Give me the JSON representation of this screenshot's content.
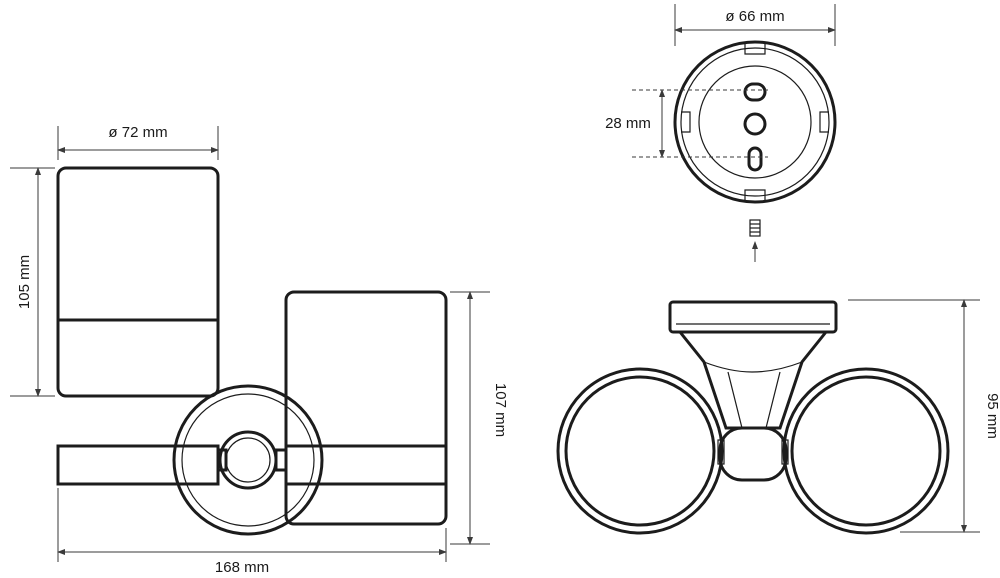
{
  "dimensions": {
    "cup_diameter": "ø 72 mm",
    "cup_height": "105 mm",
    "overall_height": "107 mm",
    "overall_width": "168 mm",
    "base_diameter": "ø 66 mm",
    "hole_spacing": "28 mm",
    "holder_height": "95 mm"
  }
}
